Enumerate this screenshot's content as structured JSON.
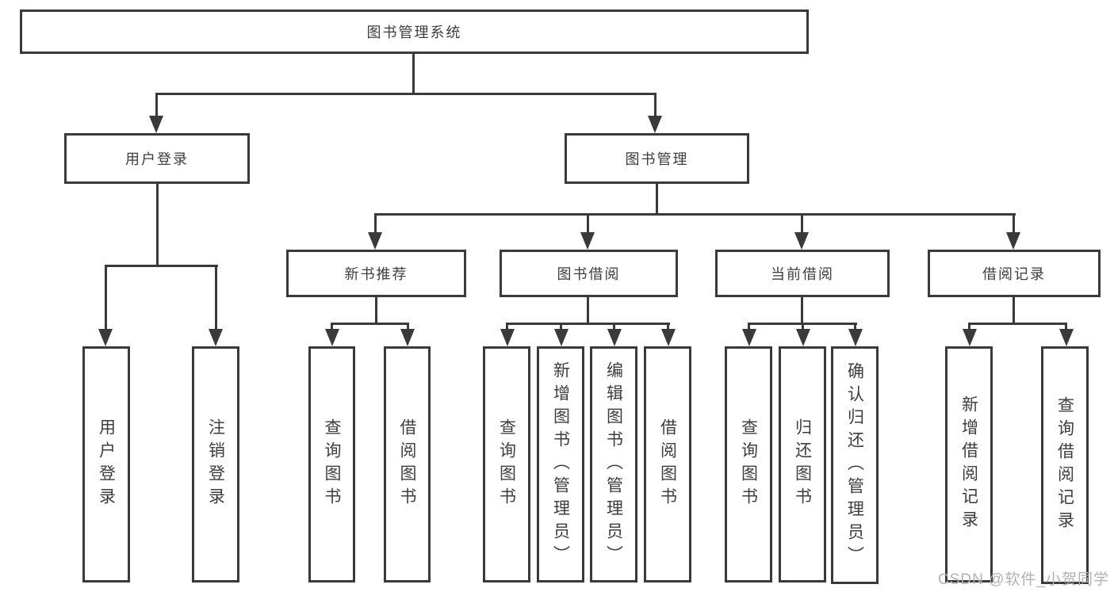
{
  "diagram": {
    "title": "图书管理系统",
    "level2": {
      "login": "用户登录",
      "manage": "图书管理"
    },
    "level3": {
      "recommend": "新书推荐",
      "borrow": "图书借阅",
      "current": "当前借阅",
      "record": "借阅记录"
    },
    "leaves": {
      "login": [
        "用户登录",
        "注销登录"
      ],
      "recommend": [
        "查询图书",
        "借阅图书"
      ],
      "borrow": [
        "查询图书",
        "新增图书（管理员）",
        "编辑图书（管理员）",
        "借阅图书"
      ],
      "current": [
        "查询图书",
        "归还图书",
        "确认归还（管理员）"
      ],
      "record": [
        "新增借阅记录",
        "查询借阅记录"
      ]
    }
  },
  "watermark": "CSDN @软件_小贺同学",
  "colors": {
    "line": "#3a3a3a",
    "background": "#ffffff",
    "watermark": "#b3b0b0"
  }
}
